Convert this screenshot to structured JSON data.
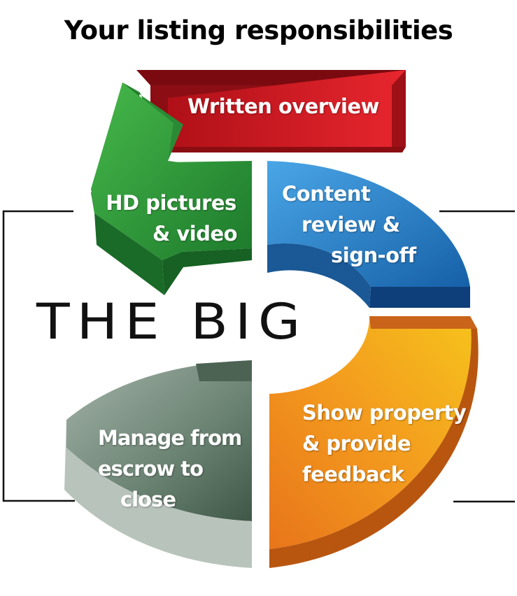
{
  "title": "Your listing responsibilities",
  "center_label": "THE BIG",
  "segments": {
    "written": {
      "lines": [
        "Written overview"
      ],
      "color": "#d42028"
    },
    "hd": {
      "lines": [
        "HD pictures",
        "& video"
      ],
      "color": "#2e9c3a"
    },
    "content": {
      "lines": [
        "Content",
        "review &",
        "sign-off"
      ],
      "color": "#2b7fc9"
    },
    "show": {
      "lines": [
        "Show property",
        "& provide",
        "feedback"
      ],
      "color": "#f08a1c"
    },
    "manage": {
      "lines": [
        "Manage from",
        "escrow to",
        "close"
      ],
      "color": "#5d7466"
    }
  }
}
